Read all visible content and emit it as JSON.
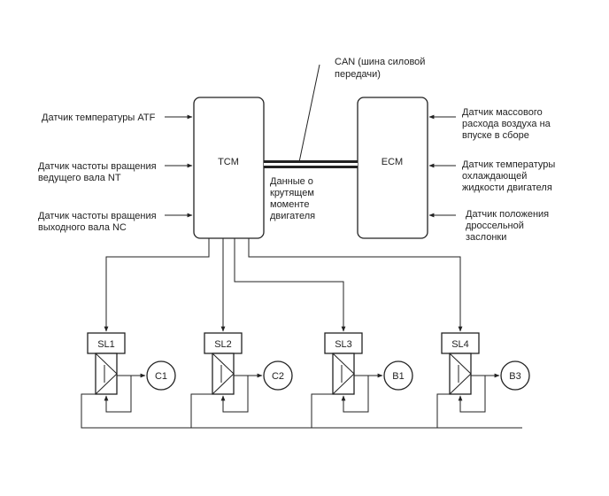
{
  "tcm": {
    "label": "TCM"
  },
  "ecm": {
    "label": "ECM"
  },
  "can_bus": {
    "label_lines": [
      "CAN (шина силовой",
      "передачи)"
    ]
  },
  "torque_data": {
    "label_lines": [
      "Данные о",
      "крутящем",
      "моменте",
      "двигателя"
    ]
  },
  "tcm_inputs": [
    {
      "lines": [
        "Датчик температуры ATF"
      ]
    },
    {
      "lines": [
        "Датчик частоты вращения",
        "ведущего вала NT"
      ]
    },
    {
      "lines": [
        "Датчик частоты вращения",
        "выходного вала NC"
      ]
    }
  ],
  "ecm_inputs": [
    {
      "lines": [
        "Датчик массового",
        "расхода воздуха на",
        "впуске в сборе"
      ]
    },
    {
      "lines": [
        "Датчик температуры",
        "охлаждающей",
        "жидкости двигателя"
      ]
    },
    {
      "lines": [
        "Датчик положения",
        "дроссельной",
        "заслонки"
      ]
    }
  ],
  "solenoids": [
    {
      "label": "SL1",
      "element": "C1"
    },
    {
      "label": "SL2",
      "element": "C2"
    },
    {
      "label": "SL3",
      "element": "B1"
    },
    {
      "label": "SL4",
      "element": "B3"
    }
  ]
}
